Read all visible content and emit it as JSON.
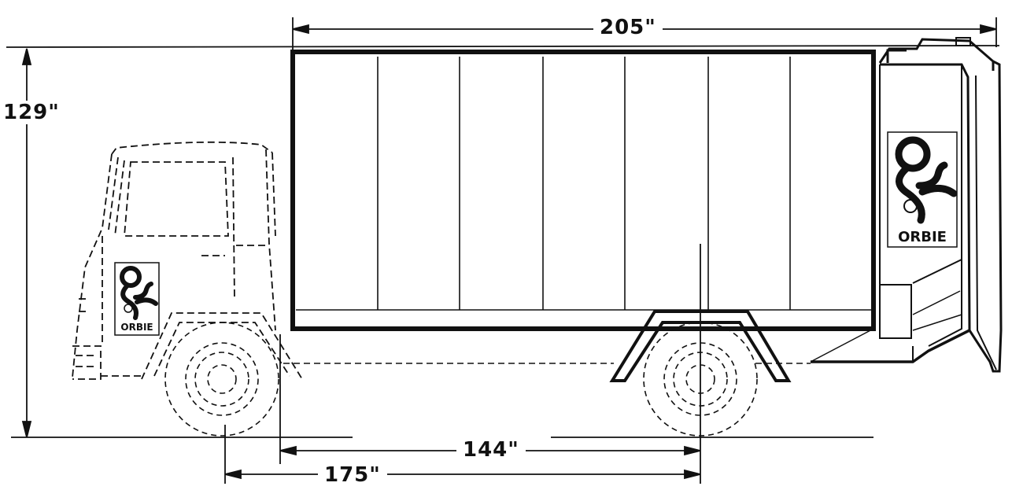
{
  "dimensions": {
    "overall_body_length": "205\"",
    "overall_height": "129\"",
    "wheelbase": "144\"",
    "front_axle_to_rear_axle_from_bumper": "175\""
  },
  "branding": {
    "logo_text_body": "ORBIE",
    "logo_text_cab": "ORBIE"
  },
  "colors": {
    "ink": "#111111",
    "paper": "#ffffff"
  }
}
